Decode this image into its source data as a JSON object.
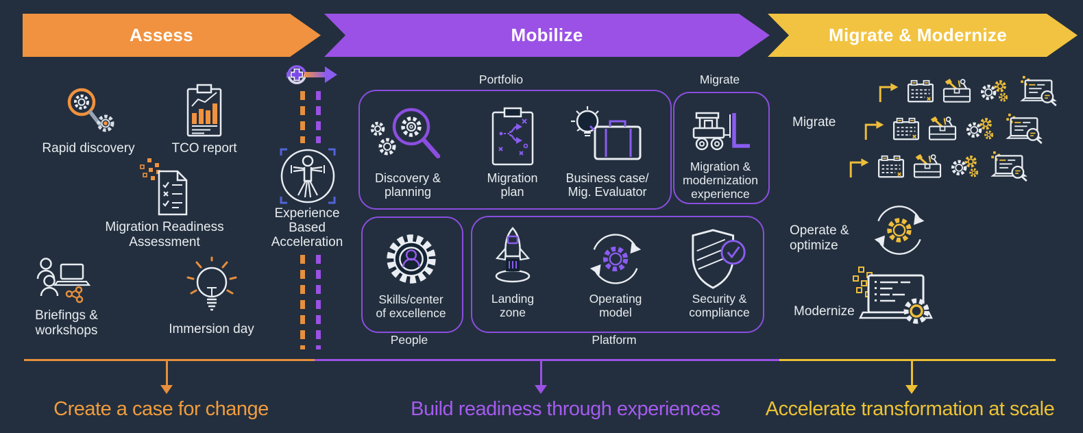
{
  "colors": {
    "background": "#232F3E",
    "assess_orange": "#F0923F",
    "mobilize_purple": "#9B51E5",
    "modernize_yellow": "#F2C341",
    "box_border_purple": "#8B4EE0",
    "icon_white": "#E9EDF2",
    "icon_purple_accent": "#8A5CF0",
    "icon_yellow_accent": "#EEBD3A",
    "footer_orange": "#F09C3D",
    "footer_purple": "#A55BEF",
    "footer_yellow": "#EDC233"
  },
  "banners": [
    {
      "id": "assess",
      "label": "Assess"
    },
    {
      "id": "mobilize",
      "label": "Mobilize"
    },
    {
      "id": "migrate-modernize",
      "label": "Migrate & Modernize"
    }
  ],
  "assess": {
    "items": [
      {
        "label": "Rapid discovery",
        "icon": "magnifier-gears-icon"
      },
      {
        "label": "TCO report",
        "icon": "report-chart-icon"
      },
      {
        "label": "Migration Readiness\nAssessment",
        "icon": "checklist-document-icon"
      },
      {
        "label": "Briefings &\nworkshops",
        "icon": "people-laptop-icon"
      },
      {
        "label": "Immersion day",
        "icon": "lightbulb-icon"
      }
    ]
  },
  "eba": {
    "label": "Experience\nBased\nAcceleration",
    "icon": "vitruvian-man-icon",
    "arrow_icon": "refresh-plus-arrow-icon"
  },
  "mobilize": {
    "portfolio": {
      "label": "Portfolio",
      "items": [
        {
          "label": "Discovery &\nplanning",
          "icon": "magnifier-gear-icon"
        },
        {
          "label": "Migration\nplan",
          "icon": "clipboard-flow-icon"
        },
        {
          "label": "Business case/\nMig. Evaluator",
          "icon": "bulb-briefcase-icon"
        }
      ]
    },
    "migrate": {
      "label": "Migrate",
      "items": [
        {
          "label": "Migration &\nmodernization\nexperience",
          "icon": "forklift-icon"
        }
      ]
    },
    "people": {
      "label": "People",
      "items": [
        {
          "label": "Skills/center\nof excellence",
          "icon": "gear-person-icon"
        }
      ]
    },
    "platform": {
      "label": "Platform",
      "items": [
        {
          "label": "Landing\nzone",
          "icon": "rocket-icon"
        },
        {
          "label": "Operating\nmodel",
          "icon": "cycle-gear-icon"
        },
        {
          "label": "Security &\ncompliance",
          "icon": "shield-check-icon"
        }
      ]
    }
  },
  "right": {
    "migrate_label": "Migrate",
    "row_icons": [
      "bent-arrow-icon",
      "calendar-icon",
      "toolbox-icon",
      "gears-icon",
      "laptop-search-icon"
    ],
    "row_count": 3,
    "operate_label": "Operate &\noptimize",
    "operate_icon": "cycle-gear-icon",
    "modernize_label": "Modernize",
    "modernize_icon": "laptop-gear-icon"
  },
  "footer": {
    "phases": [
      {
        "label": "Create a case for change"
      },
      {
        "label": "Build readiness through experiences"
      },
      {
        "label": "Accelerate transformation at scale"
      }
    ]
  }
}
